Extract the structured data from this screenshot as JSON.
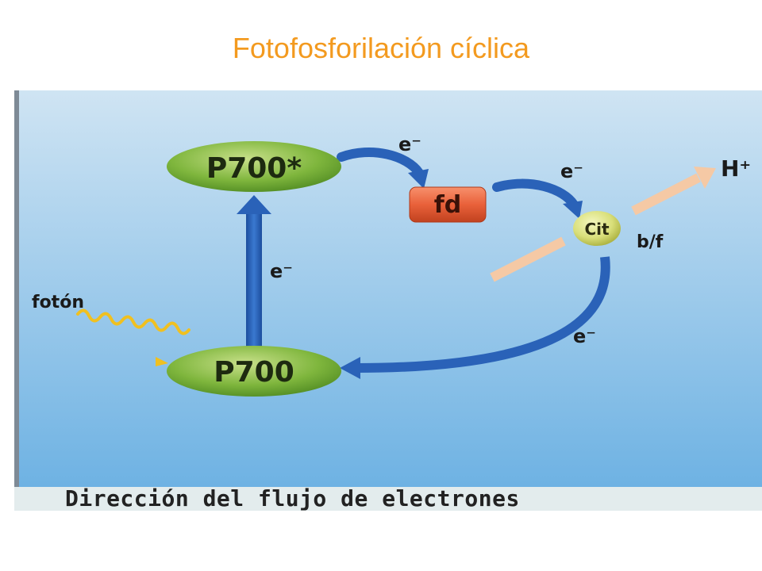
{
  "title": "Fotofosforilación cíclica",
  "colors": {
    "title": "#f39a1f",
    "background_top": "#cfe4f3",
    "background_bottom": "#6eb2e3",
    "ellipse": "#7fb63d",
    "box": "#e9613a",
    "arrow": "#2a62b8",
    "proton_arrow": "#f5c9a5",
    "photon": "#f0c020"
  },
  "nodes": {
    "p700_excited": "P700*",
    "p700": "P700",
    "fd": "fd",
    "cit": "Cit",
    "cit_suffix": "b/f"
  },
  "labels": {
    "e1": "e⁻",
    "e2": "e⁻",
    "e3": "e⁻",
    "e4": "e⁻",
    "photon": "fotón",
    "proton": "H⁺"
  },
  "caption": "Dirección del flujo de electrones"
}
